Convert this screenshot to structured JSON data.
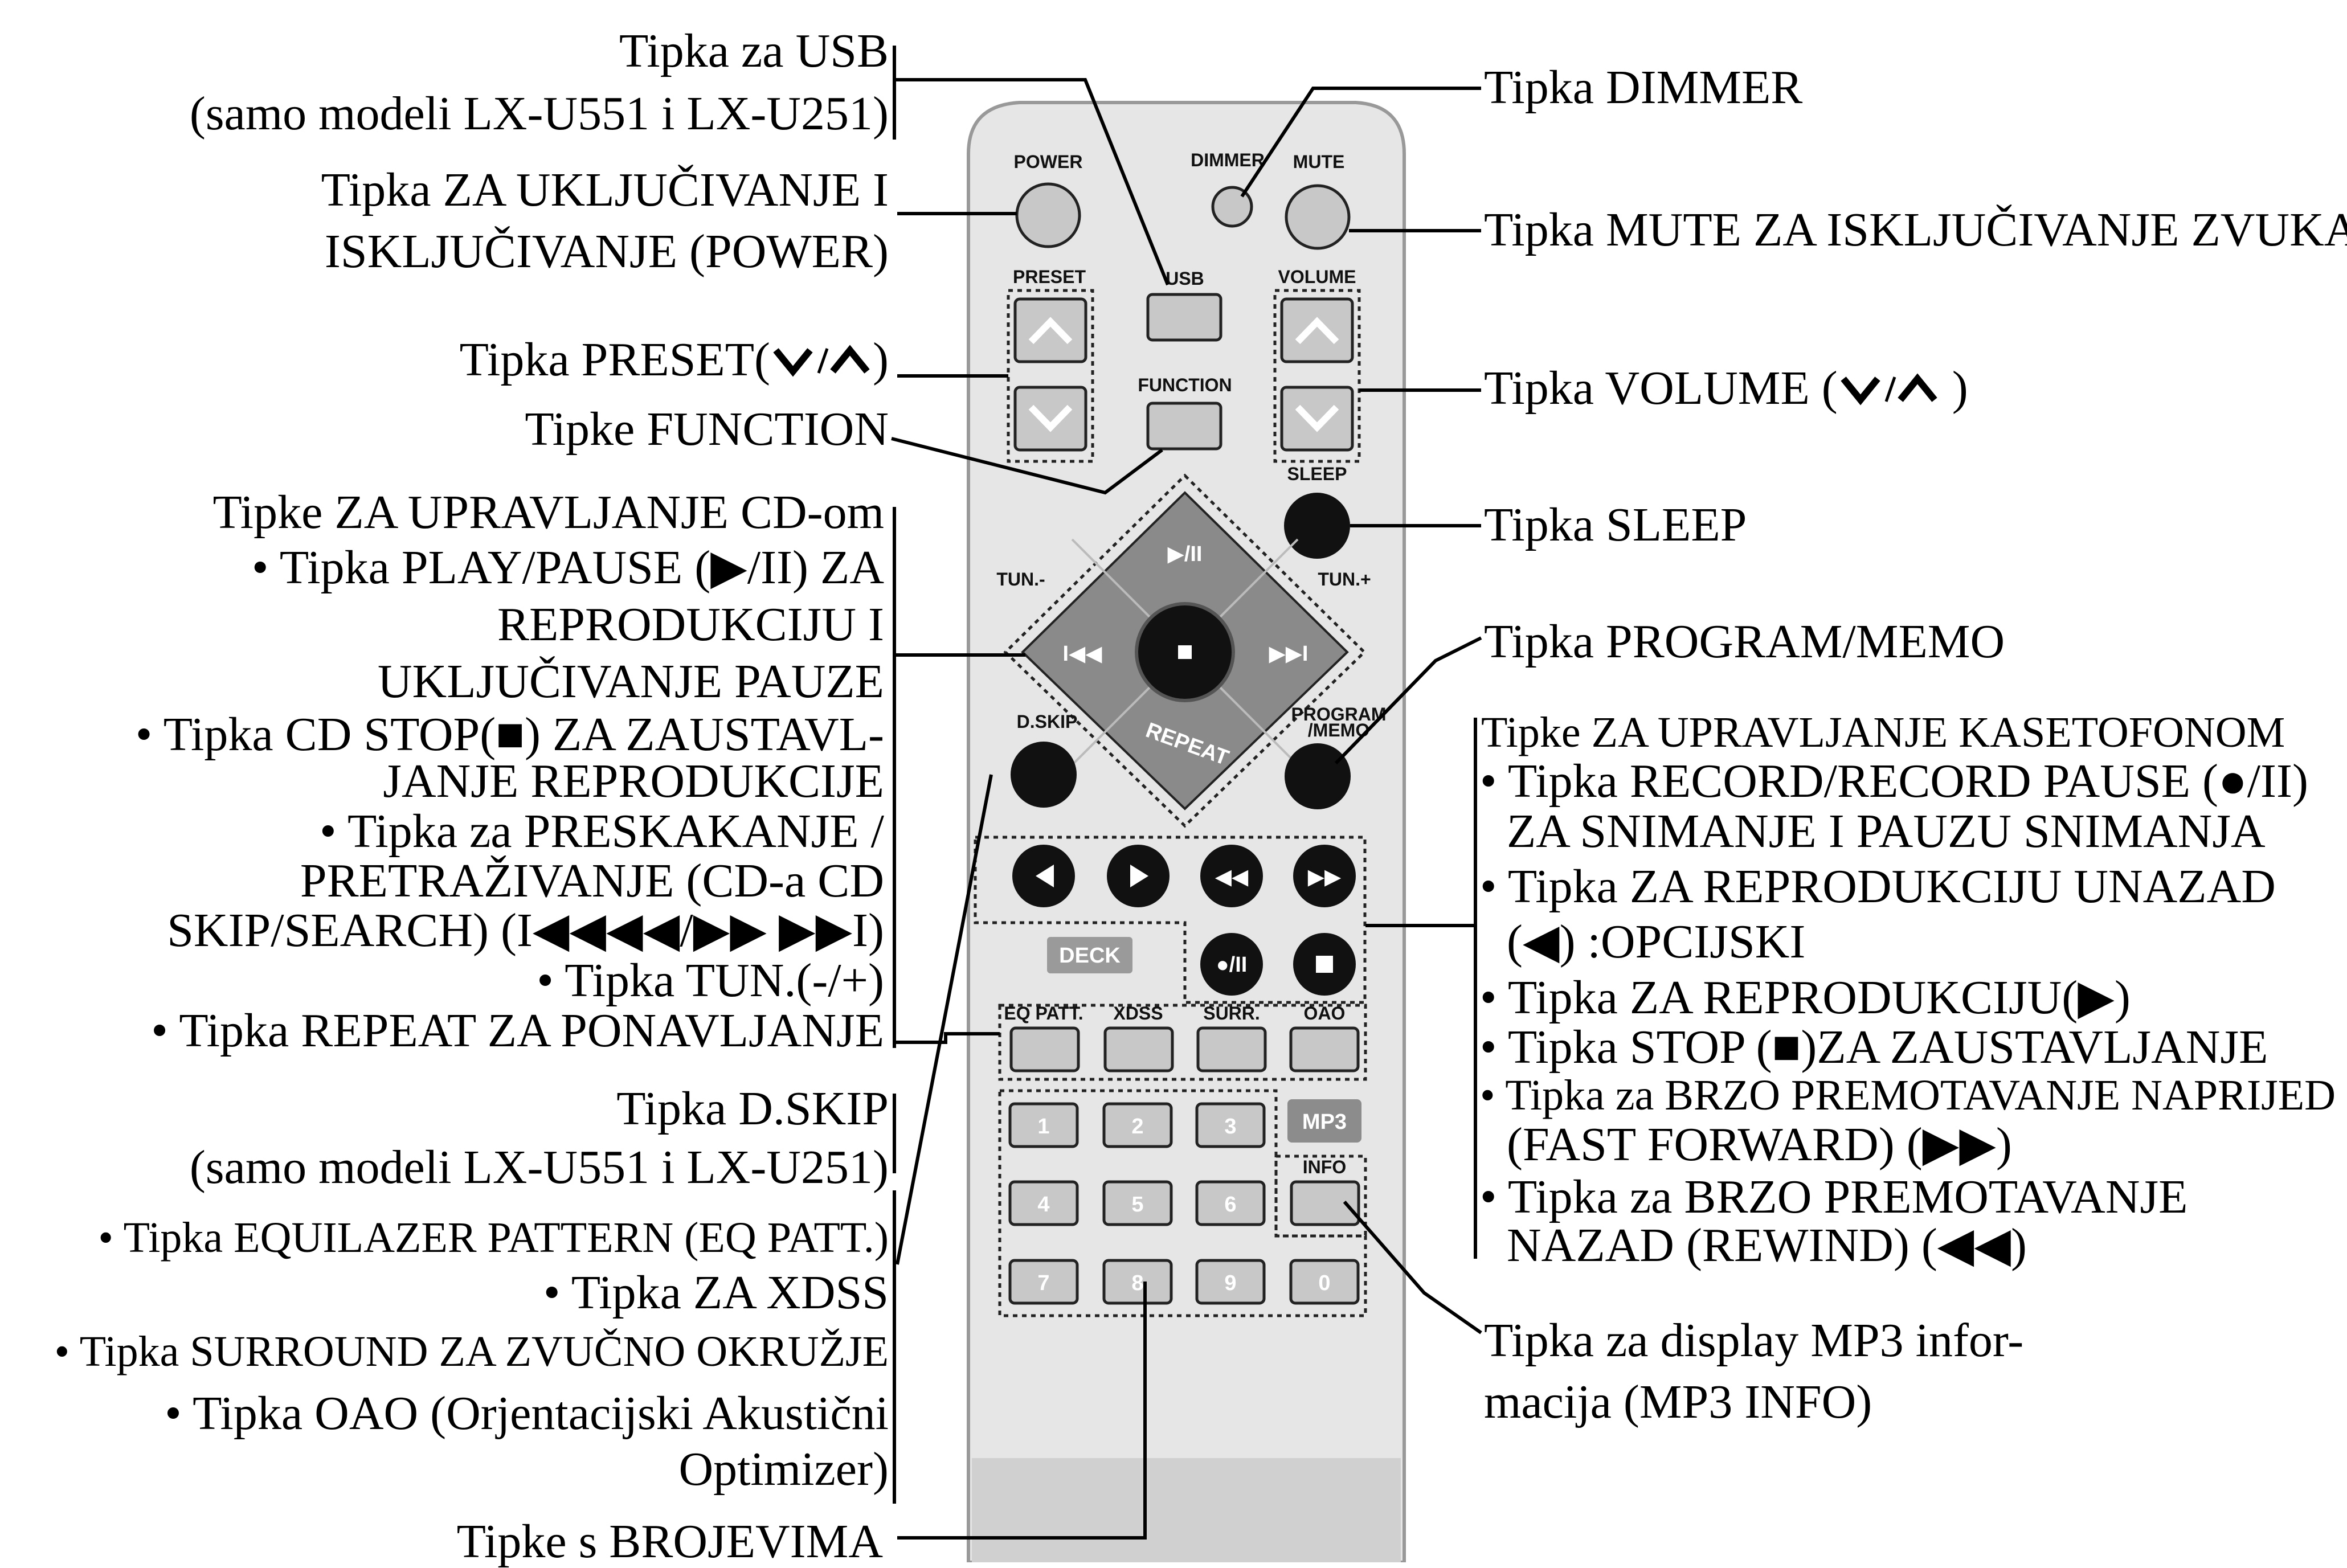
{
  "left": {
    "usb": [
      "Tipka za USB",
      "(samo modeli LX-U551 i LX-U251)"
    ],
    "power": [
      "Tipka ZA UKLJUČIVANJE I",
      "ISKLJUČIVANJE (POWER)"
    ],
    "preset": {
      "label": "Tipka PRESET(",
      "close": ")"
    },
    "function": "Tipke FUNCTION",
    "cd": [
      "Tipke ZA UPRAVLJANJE CD-om",
      "• Tipka PLAY/PAUSE (▶/II) ZA",
      "REPRODUKCIJU I",
      "UKLJUČIVANJE PAUZE",
      "• Tipka CD STOP(■) ZA ZAUSTAVL-",
      "JANJE REPRODUKCIJE",
      "• Tipka za PRESKAKANJE /",
      "PRETRAŽIVANJE (CD-a CD",
      "SKIP/SEARCH) (I◀◀◀◀/▶▶ ▶▶I)",
      "• Tipka TUN.(-/+)",
      "• Tipka REPEAT ZA PONAVLJANJE"
    ],
    "dskip": [
      "Tipka D.SKIP",
      "(samo modeli LX-U551 i LX-U251)"
    ],
    "eq": [
      "• Tipka EQUILAZER PATTERN (EQ PATT.)",
      "• Tipka ZA XDSS",
      "• Tipka SURROUND ZA ZVUČNO OKRUŽJE",
      "• Tipka OAO (Orjentacijski Akustični",
      "Optimizer)"
    ],
    "numbers": "Tipke s BROJEVIMA"
  },
  "right": {
    "dimmer": "Tipka DIMMER",
    "mute": "Tipka MUTE ZA ISKLJUČIVANJE ZVUKA",
    "volume": {
      "label": "Tipka VOLUME (",
      "close": ")"
    },
    "sleep": "Tipka SLEEP",
    "program": "Tipka PROGRAM/MEMO",
    "deck": [
      "Tipke ZA UPRAVLJANJE KASETOFONOM",
      "• Tipka RECORD/RECORD PAUSE (●/II)",
      "ZA SNIMANJE I PAUZU SNIMANJA",
      "• Tipka ZA REPRODUKCIJU UNAZAD",
      "(◀) :OPCIJSKI",
      "• Tipka ZA REPRODUKCIJU(▶)",
      "• Tipka STOP (■)ZA ZAUSTAVLJANJE",
      "• Tipka za BRZO PREMOTAVANJE NAPRIJED",
      "(FAST FORWARD) (▶▶)",
      "• Tipka za BRZO PREMOTAVANJE",
      "NAZAD (REWIND) (◀◀)"
    ],
    "mp3": [
      "Tipka za display MP3 infor-",
      "macija (MP3 INFO)"
    ]
  },
  "remote": {
    "power": "POWER",
    "dimmer": "DIMMER",
    "mute": "MUTE",
    "preset": "PRESET",
    "usb": "USB",
    "volume": "VOLUME",
    "function": "FUNCTION",
    "sleep": "SLEEP",
    "tun_minus": "TUN.-",
    "tun_plus": "TUN.+",
    "play_pause": "▶/II",
    "stop": "■",
    "repeat": "REPEAT",
    "dskip": "D.SKIP",
    "program": "PROGRAM",
    "memo": "/MEMO",
    "deck": "DECK",
    "rec_pause": "●/II",
    "eq": "EQ PATT.",
    "xdss": "XDSS",
    "surr": "SURR.",
    "oao": "OAO",
    "mp3": "MP3",
    "info": "INFO",
    "digits": [
      "1",
      "2",
      "3",
      "4",
      "5",
      "6",
      "7",
      "8",
      "9",
      "0"
    ]
  },
  "colors": {
    "button": "#c8c8c8",
    "body": "#e6e6e6",
    "dark": "#111111"
  }
}
